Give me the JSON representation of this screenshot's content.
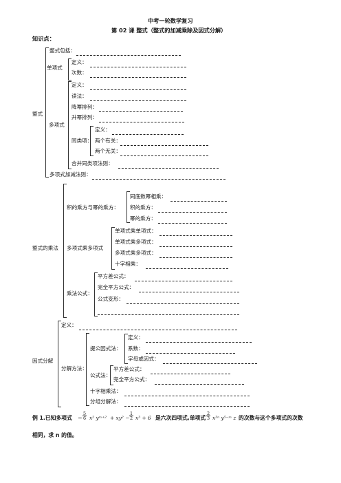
{
  "header": {
    "title": "中考一轮数学复习",
    "subtitle": "第 02 课  整式（整式的加减乘除及因式分解）",
    "section": "知识点："
  },
  "zhengshi": {
    "root": "整式",
    "baokuo": "整式包括：",
    "danxiangshi": {
      "label": "单项式",
      "dingyi": "定义：",
      "cishu": "次数："
    },
    "duoxiangshi": {
      "label": "多项式",
      "dingyi": "定义：",
      "dufa": "读法：",
      "jiangmi": "降幂排列：",
      "shengmi": "升幂排列：",
      "tongleixiang": {
        "label": "同类项：",
        "dingyi": "定义：",
        "liangge_youguan": "两个有关：",
        "liangge_wuguan": "两个无关："
      },
      "hebing": "合并同类项法则："
    },
    "jiajian": "多项式加减法则："
  },
  "chengfa": {
    "root": "整式的乘法",
    "ji_cheng": {
      "label": "积的乘方与幂的乘方：",
      "tongdi": "同底数幂相乘：",
      "jide": "积的乘方：",
      "mide": "幂的乘方："
    },
    "duo": {
      "label": "多项式乘多项式",
      "dan_dan": "单项式乘单项式：",
      "dan_duo": "单项式乘多项式：",
      "duo_duo": "多项式乘多项式：",
      "shizi": "十字相乘："
    },
    "gongshi": {
      "label": "乘法公式：",
      "pingfangcha": "平方差公式：",
      "wanquan": "完全平方公式：",
      "bianxing": "公式变形："
    }
  },
  "yinshi": {
    "root": "因式分解",
    "dingyi": "定义：",
    "fangfa": {
      "label": "分解方法：",
      "tigong": {
        "label": "提公因式法：",
        "dingyi": "定义：",
        "xishu": "系数：",
        "zimu": "字母或因式："
      },
      "gongshi": {
        "label": "公式法：",
        "pingfangcha": "平方差公式：",
        "wanquan": "完全平方公式："
      },
      "shizi": "十字相乘法：",
      "fenzu": "分组分解法："
    }
  },
  "example": {
    "prefix": "例 1.已知多项式",
    "mid": "是六次四项式,单项式",
    "suffix": "的次数与这个多项式的次数",
    "line2": "相同，求 n 的值。",
    "f1_num": "5",
    "f1_den": "6",
    "term1": "x² yᵐ⁺²",
    "term2": "+ xy² −",
    "f2_num": "1",
    "f2_den": "2",
    "term3": "x³ + 6",
    "f3_num": "2",
    "f3_den": "3",
    "term4": "x³ⁿ y⁵⁻ᵐ z"
  }
}
